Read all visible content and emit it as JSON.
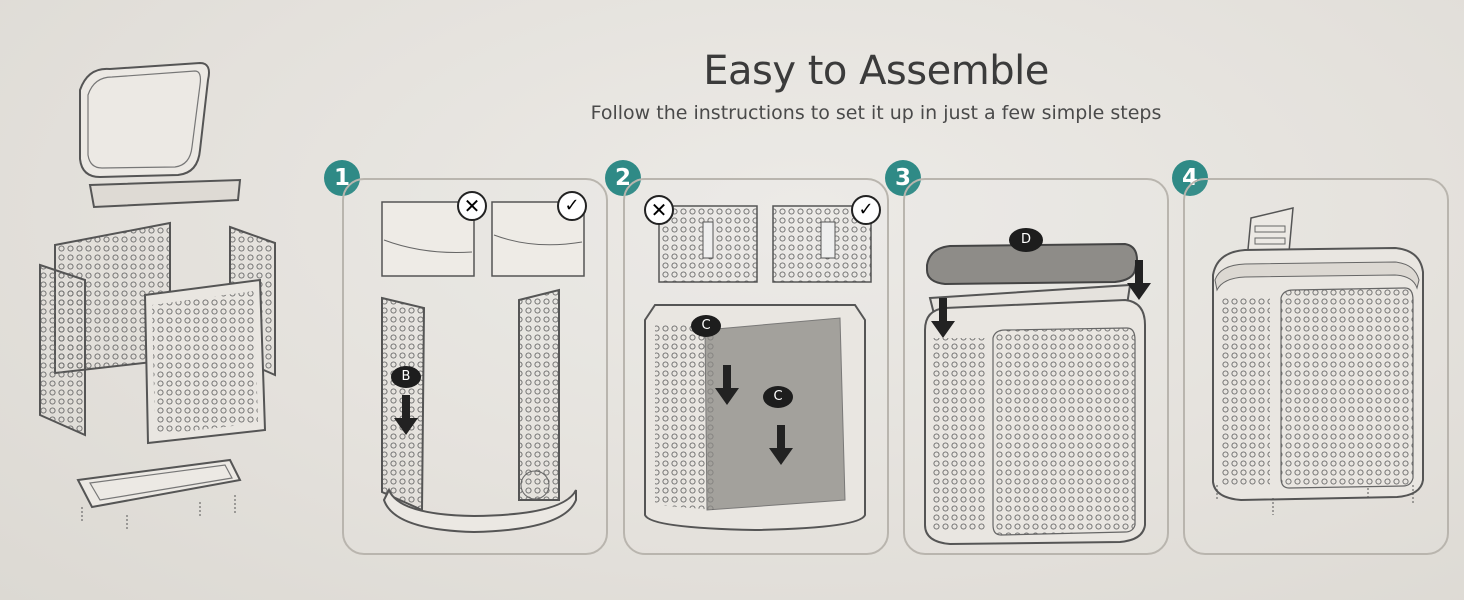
{
  "header": {
    "title": "Easy to Assemble",
    "subtitle": "Follow the instructions to set it up in just a few simple steps"
  },
  "steps": [
    {
      "number": "1",
      "labels": [
        "B"
      ]
    },
    {
      "number": "2",
      "labels": [
        "C",
        "C"
      ]
    },
    {
      "number": "3",
      "labels": [
        "D"
      ]
    },
    {
      "number": "4",
      "labels": []
    }
  ],
  "colors": {
    "accent": "#2f8a86",
    "line": "#5a5a5a",
    "background": "#e6e3de"
  },
  "icons": {
    "wrong": "cross-circle-icon",
    "right": "check-circle-icon"
  }
}
